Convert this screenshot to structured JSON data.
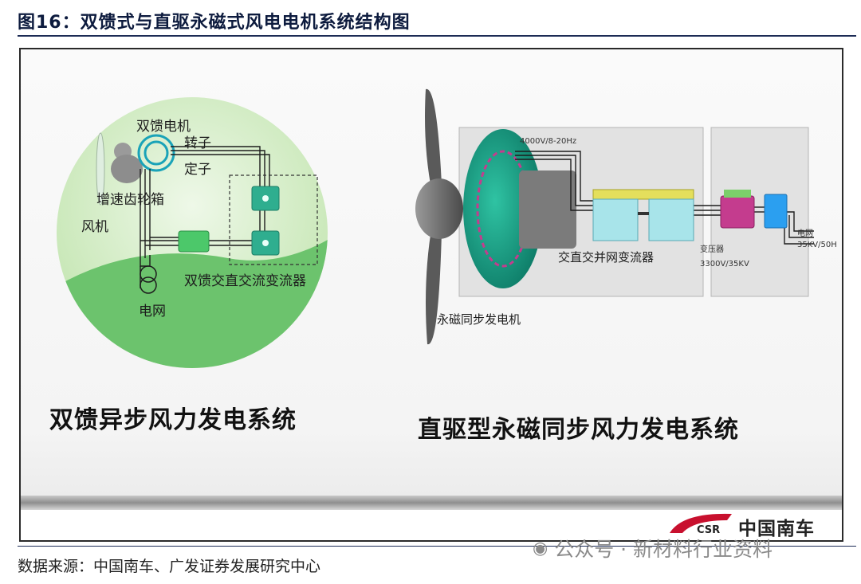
{
  "figure": {
    "title": "图16：双馈式与直驱永磁式风电电机系统结构图",
    "source": "数据来源：中国南车、广发证券发展研究中心",
    "watermark": "公众号 · 新材料行业资料"
  },
  "left_diagram": {
    "labels": {
      "generator": "双馈电机",
      "rotor": "转子",
      "stator": "定子",
      "gearbox": "增速齿轮箱",
      "turbine": "风机",
      "converter": "双馈交直交流变流器",
      "grid": "电网"
    },
    "caption": "双馈异步风力发电系统"
  },
  "right_diagram": {
    "labels": {
      "generator_output": "4000V/8-20Hz",
      "converter": "交直交并网变流器",
      "transformer": "变压器",
      "transformer_rating": "3300V/35KV",
      "grid": "电网",
      "grid_rating": "35KV/50H",
      "generator": "永磁同步发电机"
    },
    "caption": "直驱型永磁同步风力发电系统"
  },
  "logo": {
    "mark": "CSR",
    "name": "中国南车"
  },
  "colors": {
    "title": "#0d1b3e",
    "circle_bg": "#d3ecc5",
    "hill": "#6cc36d",
    "converter_box": "#2fae8f",
    "generator_teal": "#18a488",
    "transformer_pink": "#c43c8e",
    "logo_red": "#c8102e"
  }
}
